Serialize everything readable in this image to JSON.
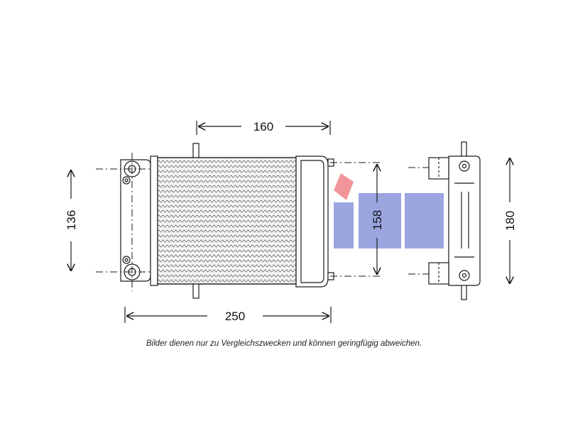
{
  "colors": {
    "line": "#1a1a1a",
    "watermark_red": "#e8404a",
    "watermark_blue": "#4a5fc8",
    "watermark_pink": "#f2a0a8"
  },
  "dimensions": {
    "top_width": "160",
    "bottom_width": "250",
    "left_height": "136",
    "core_height": "158",
    "side_height": "180"
  },
  "caption": "Bilder dienen nur zu Vergleichszwecken und können geringfügig abweichen."
}
